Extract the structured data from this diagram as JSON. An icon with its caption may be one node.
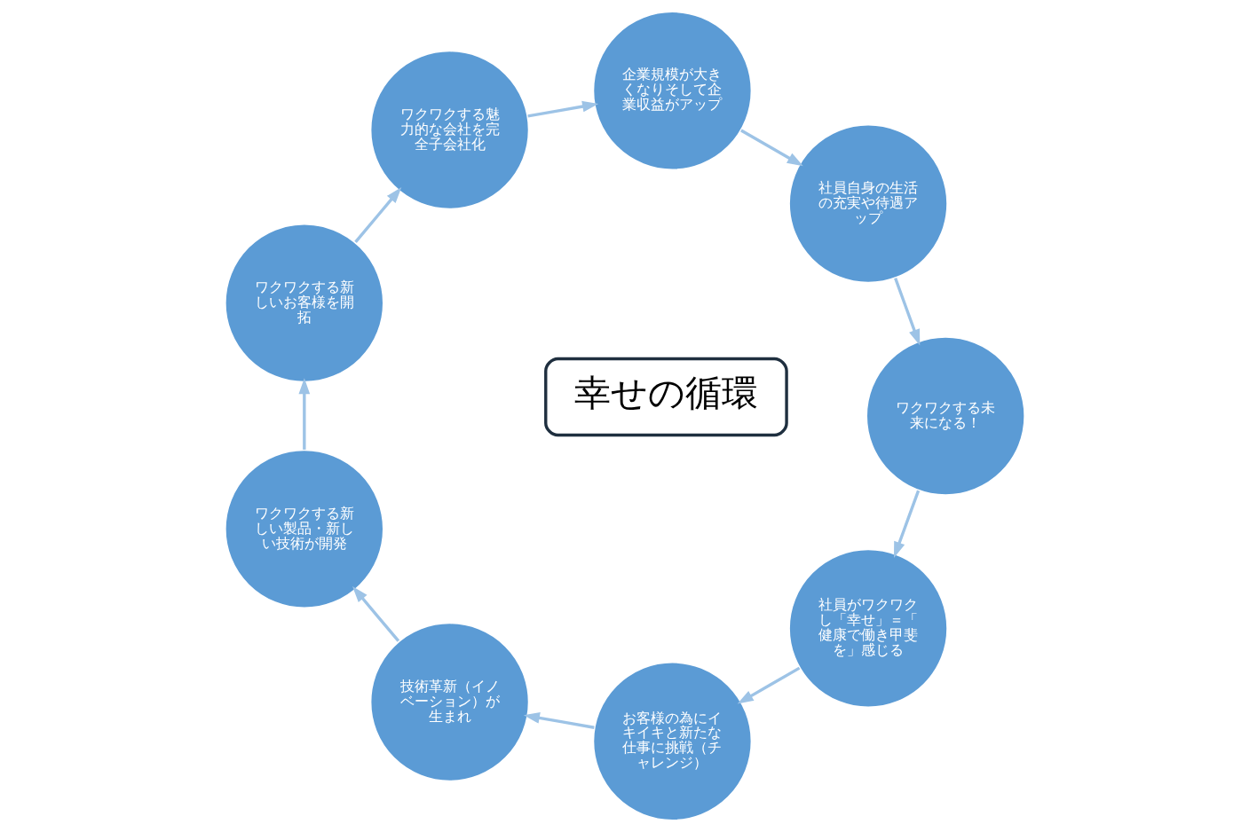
{
  "diagram": {
    "nodes": [
      {
        "text": [
          "社員がワクワクし「幸せ」＝「健康で働き甲斐を」感じる"
        ]
      },
      {
        "text": [
          "お客様の為にイキイキと新たな仕事に挑戦（チャレンジ）"
        ]
      },
      {
        "text": [
          "技術革新（イノベーション）が生まれ"
        ]
      },
      {
        "text": [
          "ワクワクする新しい製品・新しい技術が開発"
        ]
      },
      {
        "text": [
          "ワクワクする新しいお客様を開拓"
        ]
      },
      {
        "text": [
          "ワクワクする魅力的な会社を完全子会社化"
        ]
      },
      {
        "text": [
          "企業規模が大きくなりそして企業収益がアップ"
        ]
      },
      {
        "text": [
          "社員自身の生活の充実や待遇アップ"
        ]
      },
      {
        "text": [
          "ワクワクする未来になる！"
        ]
      },
      {
        "text": [
          "幸せの循環"
        ]
      }
    ],
    "edges": [
      {
        "from": 0,
        "to": 1,
        "arrow": "to"
      },
      {
        "from": 1,
        "to": 2,
        "arrow": "to"
      },
      {
        "from": 2,
        "to": 3,
        "arrow": "to"
      },
      {
        "from": 3,
        "to": 4,
        "arrow": "to"
      },
      {
        "from": 4,
        "to": 5,
        "arrow": "to"
      },
      {
        "from": 5,
        "to": 6,
        "arrow": "to"
      },
      {
        "from": 6,
        "to": 7,
        "arrow": "to"
      },
      {
        "from": 7,
        "to": 8,
        "arrow": "to"
      },
      {
        "from": 8,
        "to": 0,
        "arrow": "to"
      }
    ]
  }
}
